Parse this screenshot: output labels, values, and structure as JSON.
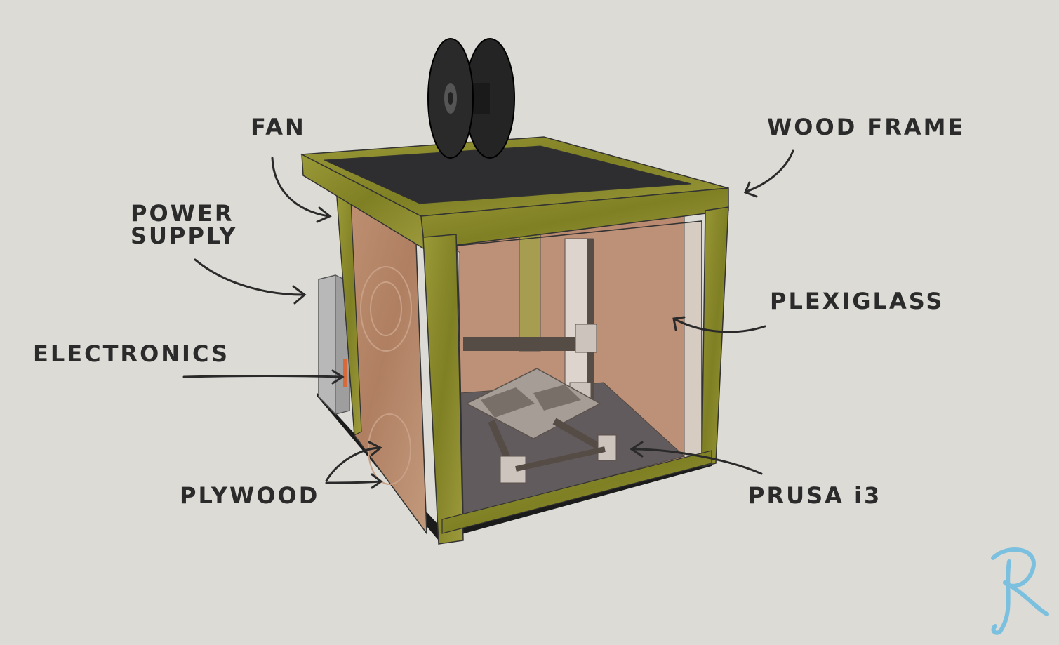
{
  "labels": {
    "fan": "FAN",
    "power_supply": "POWER\nSUPPLY",
    "electronics": "ELECTRONICS",
    "plywood": "PLYWOOD",
    "wood_frame": "WOOD FRAME",
    "plexiglass": "PLEXIGLASS",
    "prusa": "PRUSA i3"
  },
  "colors": {
    "background": "#dcdbd6",
    "frame": "#8a8a2a",
    "plywood": "#b98a6e",
    "floor": "#3a3d45",
    "spool": "#1e1e1e",
    "logo": "#7cc0df"
  },
  "logo_icon": "R-monogram"
}
